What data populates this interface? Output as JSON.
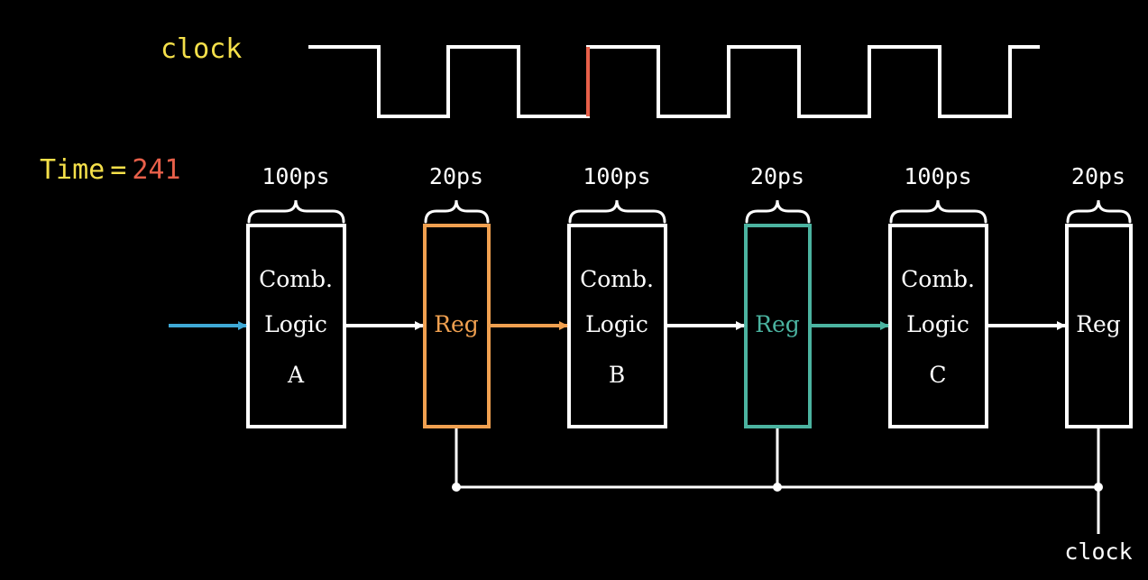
{
  "clock_label": "clock",
  "time": {
    "label": "Time",
    "equals": "=",
    "value": "241"
  },
  "stages": [
    {
      "delay": "100ps",
      "lines": [
        "Comb.",
        "Logic",
        "A"
      ]
    },
    {
      "delay": "20ps",
      "lines": [
        "Reg"
      ]
    },
    {
      "delay": "100ps",
      "lines": [
        "Comb.",
        "Logic",
        "B"
      ]
    },
    {
      "delay": "20ps",
      "lines": [
        "Reg"
      ]
    },
    {
      "delay": "100ps",
      "lines": [
        "Comb.",
        "Logic",
        "C"
      ]
    },
    {
      "delay": "20ps",
      "lines": [
        "Reg"
      ]
    }
  ],
  "bottom_clock_label": "clock",
  "colors": {
    "background": "#000000",
    "white": "#ffffff",
    "yellow": "#f5e04a",
    "red": "#e8604a",
    "orange": "#f0a050",
    "teal": "#4bb3a0",
    "blue": "#3fa9d6"
  }
}
